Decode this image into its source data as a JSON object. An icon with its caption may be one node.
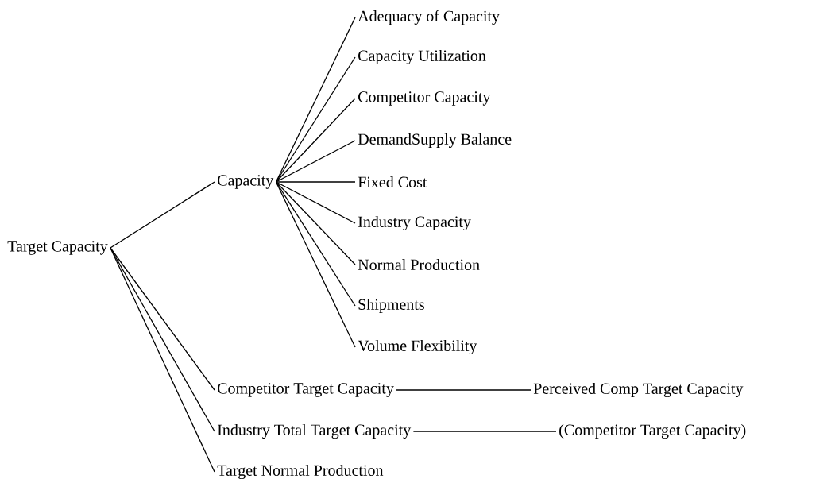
{
  "diagram": {
    "nodes": [
      {
        "text": [
          "Target Capacity"
        ]
      },
      {
        "text": [
          "Capacity"
        ]
      },
      {
        "text": [
          "Adequacy of Capacity"
        ]
      },
      {
        "text": [
          "Capacity Utilization"
        ]
      },
      {
        "text": [
          "Competitor Capacity"
        ]
      },
      {
        "text": [
          "DemandSupply Balance"
        ]
      },
      {
        "text": [
          "Fixed Cost"
        ]
      },
      {
        "text": [
          "Industry Capacity"
        ]
      },
      {
        "text": [
          "Normal Production"
        ]
      },
      {
        "text": [
          "Shipments"
        ]
      },
      {
        "text": [
          "Volume Flexibility"
        ]
      },
      {
        "text": [
          "Competitor Target Capacity"
        ]
      },
      {
        "text": [
          "Industry Total Target Capacity"
        ]
      },
      {
        "text": [
          "Target Normal Production"
        ]
      },
      {
        "text": [
          "Perceived Comp Target Capacity"
        ]
      },
      {
        "text": [
          "(Competitor Target Capacity)"
        ]
      }
    ],
    "edges": [
      {
        "from": 0,
        "to": 1,
        "arrow": "none"
      },
      {
        "from": 1,
        "to": 2,
        "arrow": "none"
      },
      {
        "from": 1,
        "to": 3,
        "arrow": "none"
      },
      {
        "from": 1,
        "to": 4,
        "arrow": "none"
      },
      {
        "from": 1,
        "to": 5,
        "arrow": "none"
      },
      {
        "from": 1,
        "to": 6,
        "arrow": "none"
      },
      {
        "from": 1,
        "to": 7,
        "arrow": "none"
      },
      {
        "from": 1,
        "to": 8,
        "arrow": "none"
      },
      {
        "from": 1,
        "to": 9,
        "arrow": "none"
      },
      {
        "from": 1,
        "to": 10,
        "arrow": "none"
      },
      {
        "from": 0,
        "to": 11,
        "arrow": "none"
      },
      {
        "from": 0,
        "to": 12,
        "arrow": "none"
      },
      {
        "from": 0,
        "to": 13,
        "arrow": "none"
      },
      {
        "from": 11,
        "to": 14,
        "arrow": "none"
      },
      {
        "from": 12,
        "to": 15,
        "arrow": "none"
      }
    ]
  }
}
